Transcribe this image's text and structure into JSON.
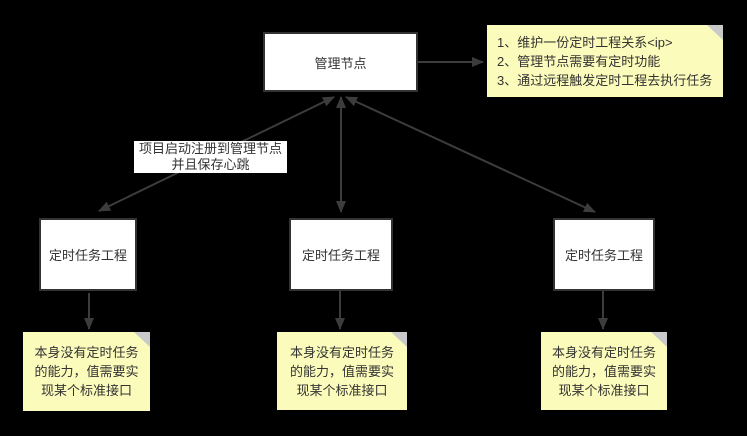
{
  "colors": {
    "background": "#000000",
    "node_fill": "#ffffff",
    "node_border": "#333333",
    "text": "#333333",
    "note_fill": "#fbfbbb",
    "note_fold": "#c9c9c9",
    "arrow": "#3c3c3c"
  },
  "nodes": {
    "manager": {
      "label": "管理节点"
    },
    "workers": [
      {
        "label": "定时任务工程"
      },
      {
        "label": "定时任务工程"
      },
      {
        "label": "定时任务工程"
      }
    ]
  },
  "edge_label": {
    "lines": [
      "项目启动注册到管理节点",
      "并且保存心跳"
    ]
  },
  "notes": {
    "manager": {
      "lines": [
        "1、维护一份定时工程关系<ip>",
        "2、管理节点需要有定时功能",
        "3、通过远程触发定时工程去执行任务"
      ]
    },
    "workers": [
      {
        "lines": [
          "本身没有定时任务",
          "的能力，值需要实",
          "现某个标准接口"
        ]
      },
      {
        "lines": [
          "本身没有定时任务",
          "的能力，值需要实",
          "现某个标准接口"
        ]
      },
      {
        "lines": [
          "本身没有定时任务",
          "的能力，值需要实",
          "现某个标准接口"
        ]
      }
    ]
  }
}
